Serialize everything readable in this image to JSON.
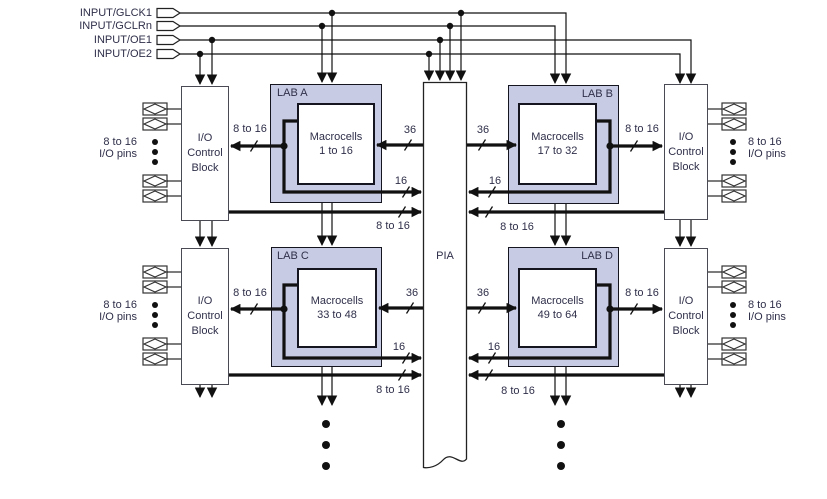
{
  "inputs": [
    "INPUT/GLCK1",
    "INPUT/GCLRn",
    "INPUT/OE1",
    "INPUT/OE2"
  ],
  "labs": [
    {
      "label": "LAB A",
      "macrocells_title": "Macrocells",
      "macrocells_range": "1 to 16"
    },
    {
      "label": "LAB B",
      "macrocells_title": "Macrocells",
      "macrocells_range": "17 to 32"
    },
    {
      "label": "LAB C",
      "macrocells_title": "Macrocells",
      "macrocells_range": "33 to 48"
    },
    {
      "label": "LAB D",
      "macrocells_title": "Macrocells",
      "macrocells_range": "49 to 64"
    }
  ],
  "io_control_block": {
    "line1": "I/O",
    "line2": "Control",
    "line3": "Block"
  },
  "pia": {
    "label": "PIA"
  },
  "bus_labels": {
    "bus36": "36",
    "bus16": "16",
    "bus8to16": "8 to 16"
  },
  "io_pins_label": {
    "line1": "8 to 16",
    "line2": "I/O pins"
  },
  "icons": {
    "input_pin": "pentagon-input-pin",
    "io_pin": "diamond-in-rect-io-pin",
    "junction": "filled-junction-dot",
    "continuation": "vertical-ellipsis-dots",
    "arrowhead": "solid-triangle-arrow",
    "bus_width_mark": "diagonal-slash"
  },
  "colors": {
    "background": "#ffffff",
    "lab_fill": "#c8cbe4",
    "wire": "#111111",
    "text": "#2f2f4a"
  }
}
